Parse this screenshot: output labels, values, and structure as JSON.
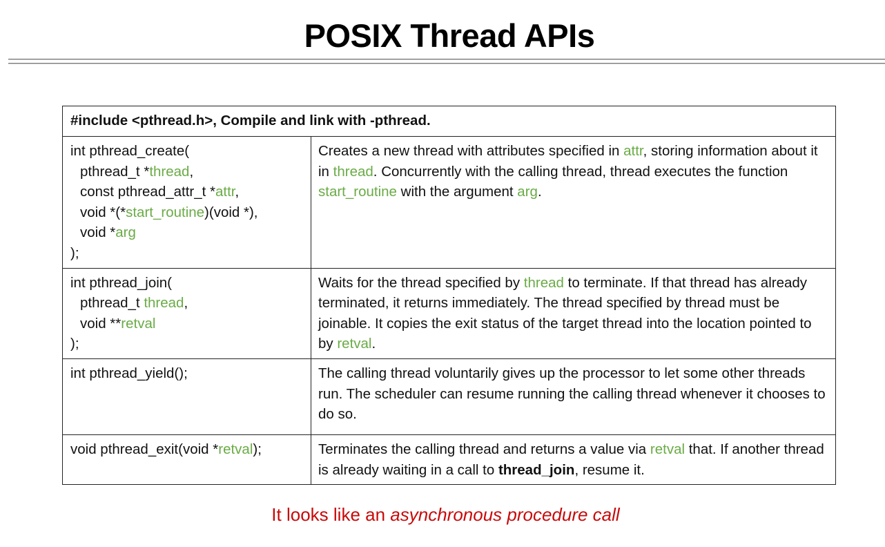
{
  "slide": {
    "title": "POSIX Thread APIs"
  },
  "colors": {
    "parameter_green": "#6aab46",
    "caption_red": "#c80a0a",
    "text": "#111111",
    "border": "#222222"
  },
  "table": {
    "header": "#include <pthread.h>, Compile and link with -pthread.",
    "rows": [
      {
        "name": "pthread_create",
        "signature": {
          "line1": "int pthread_create(",
          "line2_pre": "pthread_t *",
          "line2_param": "thread",
          "line2_post": ",",
          "line3_pre": "const pthread_attr_t *",
          "line3_param": "attr",
          "line3_post": ",",
          "line4_pre": "void *(*",
          "line4_param": "start_routine",
          "line4_post": ")(void *),",
          "line5_pre": "void *",
          "line5_param": "arg",
          "line6": ");"
        },
        "description": {
          "t1": "Creates a new thread with attributes specified in ",
          "p1": "attr",
          "t2": ", storing information about it in ",
          "p2": "thread",
          "t3": ". Concurrently with the calling thread, thread executes the function ",
          "p3": "start_routine",
          "t4": " with the argument ",
          "p4": "arg",
          "t5": "."
        }
      },
      {
        "name": "pthread_join",
        "signature": {
          "line1": "int pthread_join(",
          "line2_pre": "pthread_t ",
          "line2_param": "thread",
          "line2_post": ",",
          "line3_pre": "void **",
          "line3_param": "retval",
          "line4": ");"
        },
        "description": {
          "t1": "Waits for the thread specified by ",
          "p1": "thread",
          "t2": " to terminate. If that thread has already terminated, it returns immediately. The thread specified by thread must be joinable. It copies the exit status of the target thread into the location pointed to by ",
          "p2": "retval",
          "t3": "."
        }
      },
      {
        "name": "pthread_yield",
        "signature": {
          "line1": "int pthread_yield();"
        },
        "description": {
          "t1": "The calling thread voluntarily gives up the processor to let some other threads run. The scheduler can resume running the calling thread whenever it chooses to do so."
        }
      },
      {
        "name": "pthread_exit",
        "signature": {
          "line1_pre": "void pthread_exit(void *",
          "line1_param": "retval",
          "line1_post": ");"
        },
        "description": {
          "t1": "Terminates the calling thread and returns a value via ",
          "p1": "retval",
          "t2": " that. If another thread is already waiting in a call to ",
          "b1": "thread_join",
          "t3": ", resume it."
        }
      }
    ]
  },
  "caption": {
    "plain": "It looks like an ",
    "italic": "asynchronous procedure call"
  }
}
